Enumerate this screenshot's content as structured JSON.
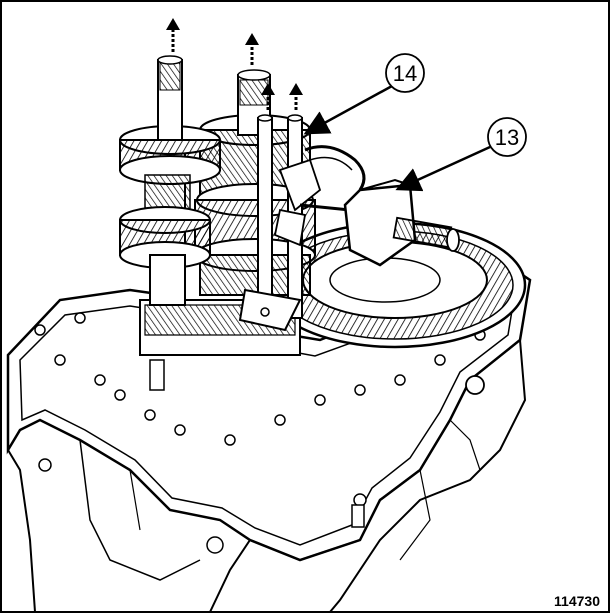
{
  "figure": {
    "number": "114730"
  },
  "callouts": [
    {
      "id": "14",
      "label": "14"
    },
    {
      "id": "13",
      "label": "13"
    }
  ],
  "colors": {
    "line": "#000000",
    "background": "#ffffff",
    "shade": "#cfcfcf"
  }
}
